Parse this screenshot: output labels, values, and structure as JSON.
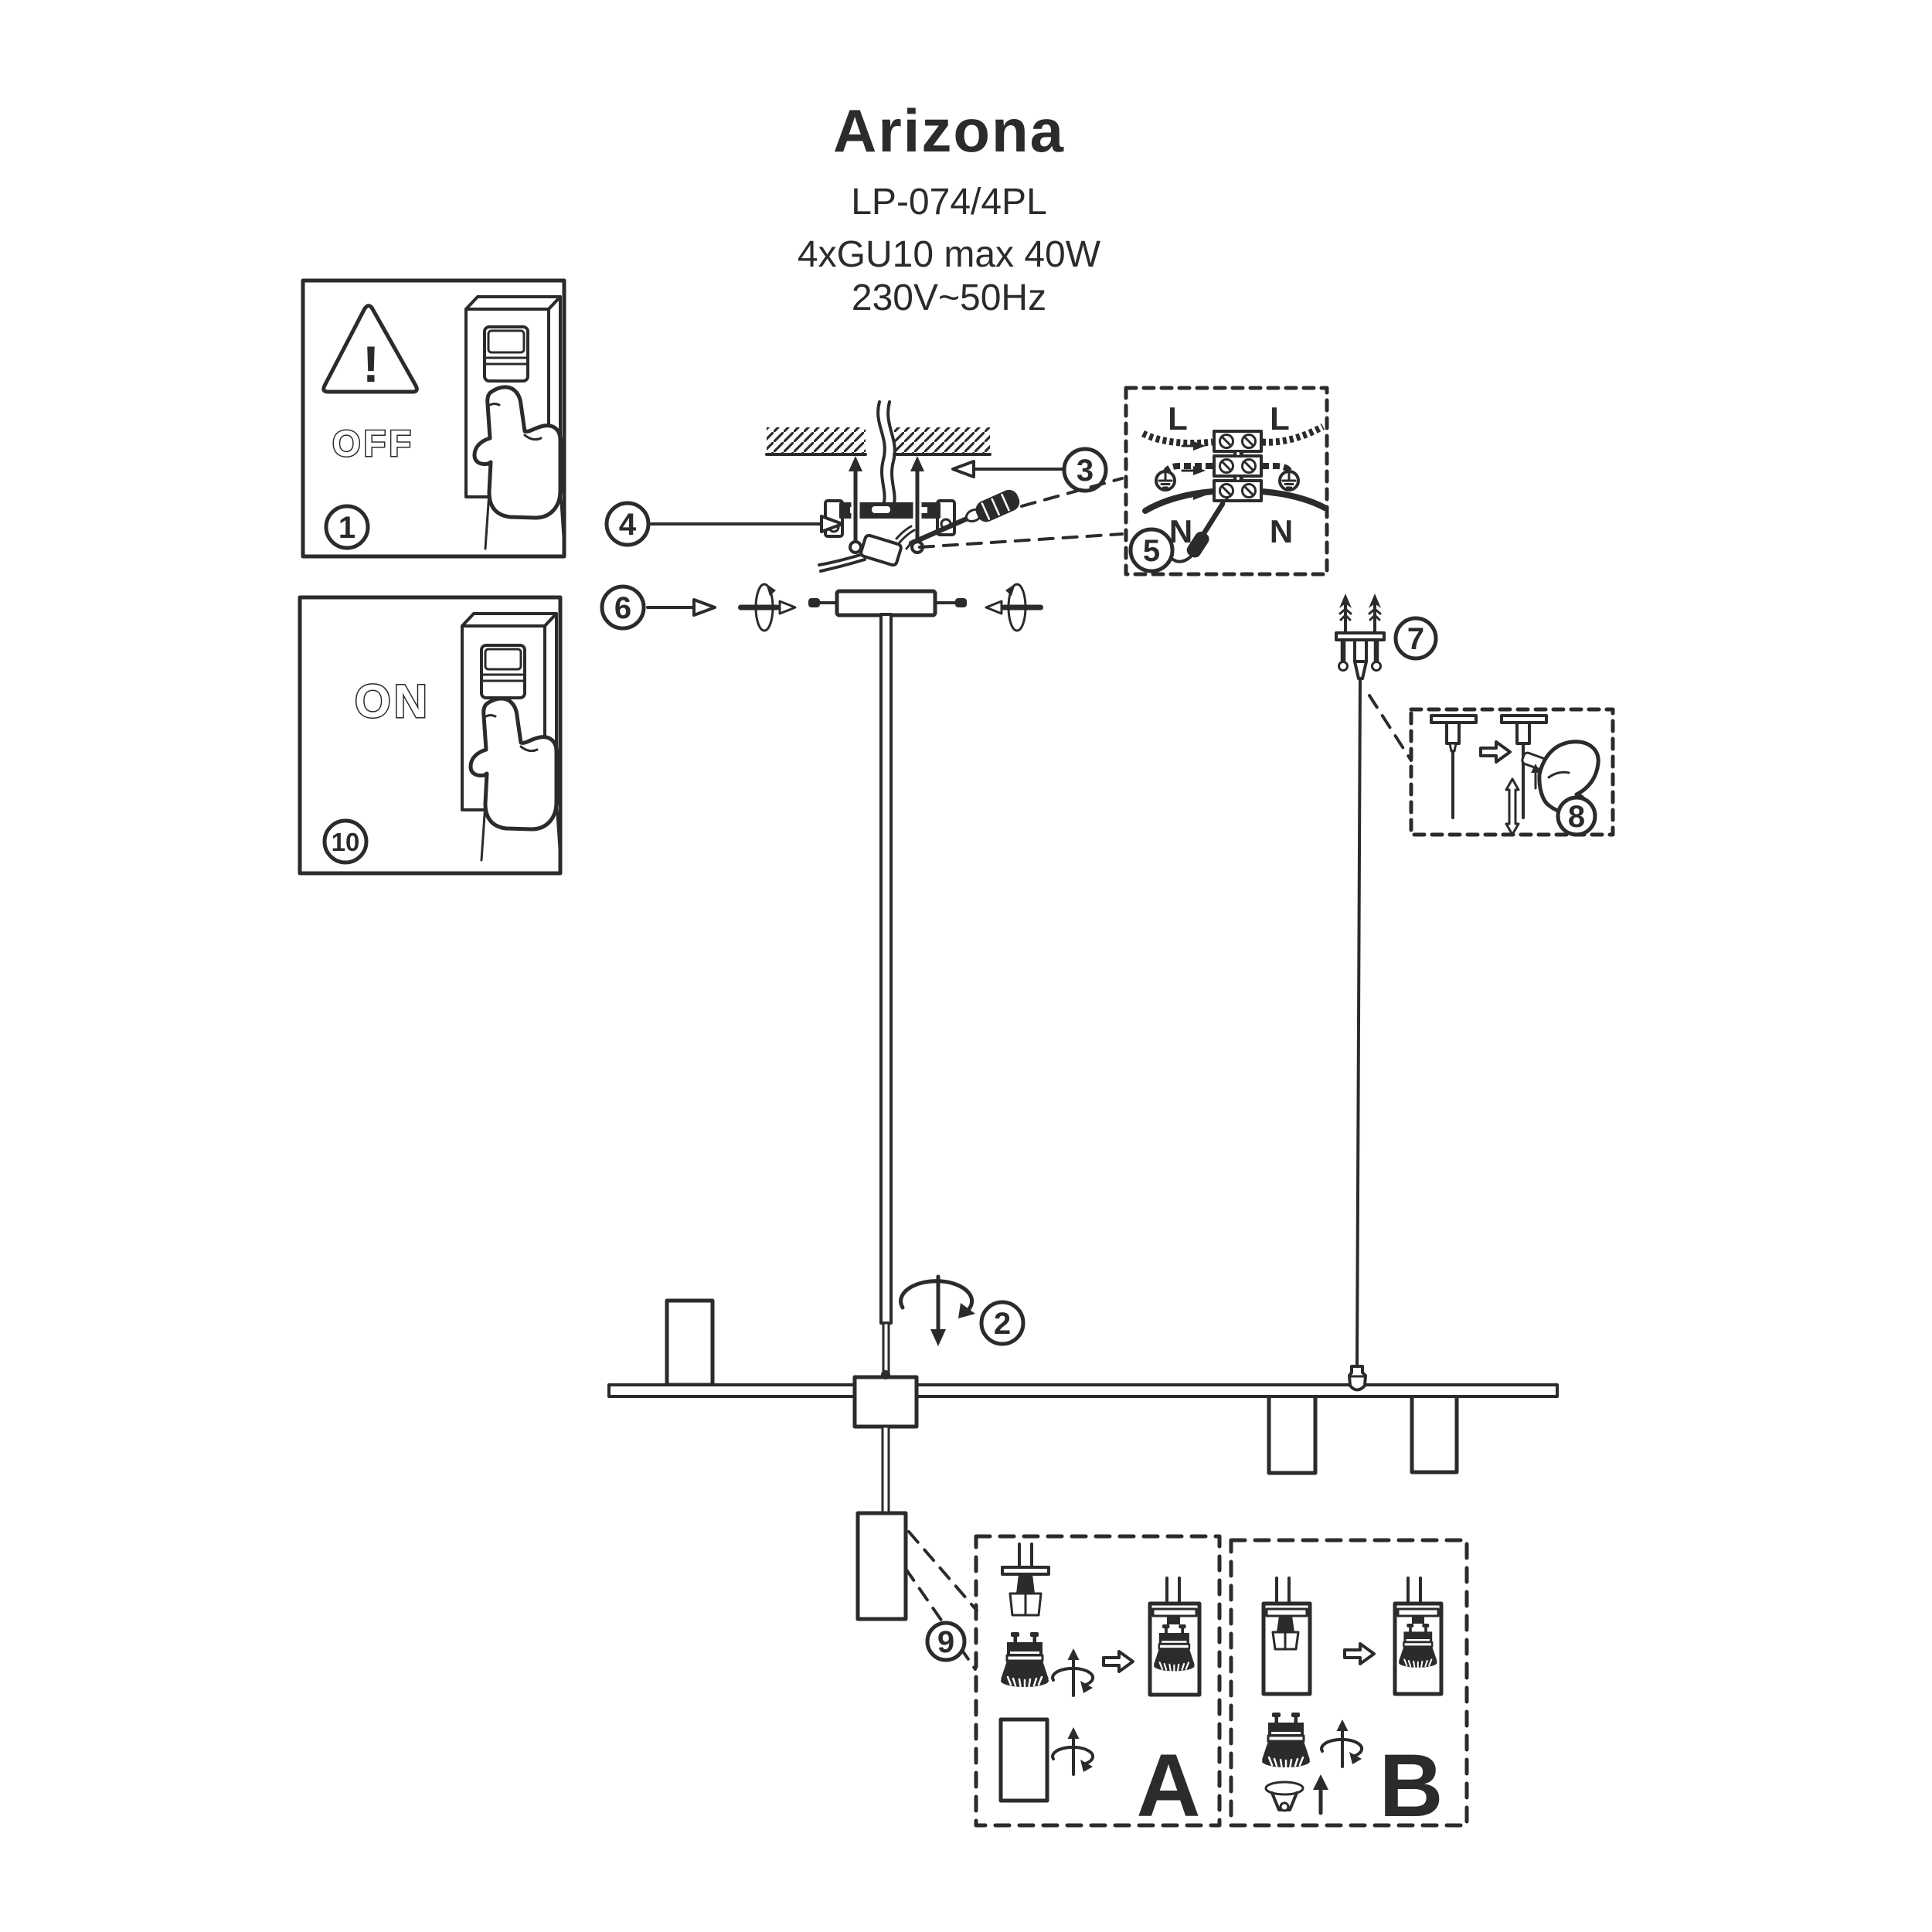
{
  "page": {
    "background": "#ffffff",
    "ink": "#2b2b2b"
  },
  "header": {
    "title": "Arizona",
    "model": "LP-074/4PL",
    "lamp_spec": "4xGU10 max 40W",
    "power_spec": "230V~50Hz"
  },
  "steps": {
    "s1": "1",
    "s2": "2",
    "s3": "3",
    "s4": "4",
    "s5": "5",
    "s6": "6",
    "s7": "7",
    "s8": "8",
    "s9": "9",
    "s10": "10"
  },
  "labels": {
    "off": "OFF",
    "on": "ON",
    "live": "L",
    "neutral": "N",
    "warning_mark": "!",
    "variant_a": "A",
    "variant_b": "B"
  }
}
